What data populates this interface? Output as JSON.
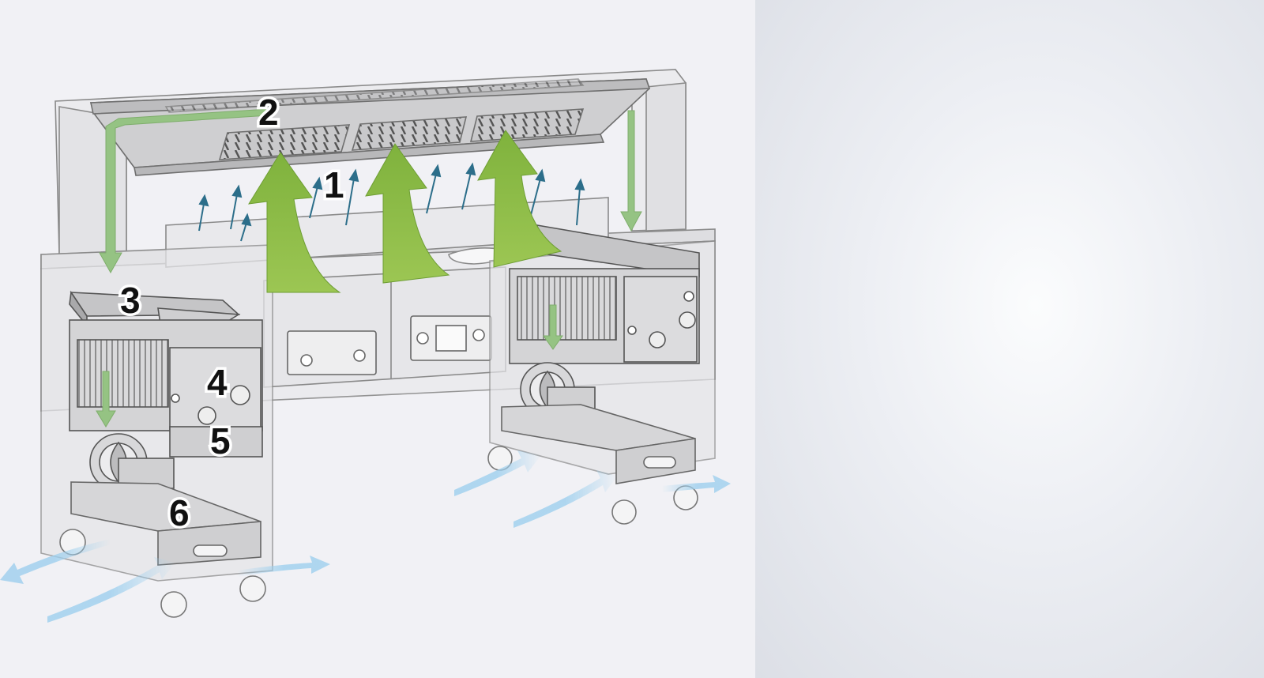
{
  "diagram": {
    "callouts": [
      {
        "id": "1",
        "text": "1"
      },
      {
        "id": "2",
        "text": "2"
      },
      {
        "id": "3",
        "text": "3"
      },
      {
        "id": "4",
        "text": "4"
      },
      {
        "id": "5",
        "text": "5"
      },
      {
        "id": "6",
        "text": "6"
      }
    ]
  },
  "colors": {
    "background_left": "#f1f1f5",
    "background_right": "#e6e8ee",
    "outline": "#8a8a8a",
    "cabinet_fill": "#e4e4e6",
    "hood_fill": "#d2d2d4",
    "green_airflow": "#8cbc45",
    "green_duct_arrow": "#95c383",
    "blue_heat_arrow": "#2c6e8a",
    "blue_exhaust": "#9fd0ee"
  },
  "icons": [
    "green-airflow-arrow",
    "blue-heat-arrow",
    "blue-exhaust-arrow",
    "fan-icon",
    "caster-wheel-icon",
    "control-knob-icon"
  ]
}
